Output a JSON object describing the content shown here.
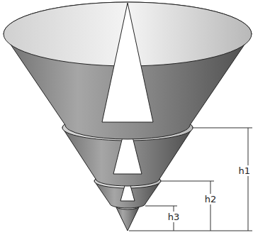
{
  "diagram": {
    "labels": [
      "h1",
      "h2",
      "h3"
    ]
  }
}
